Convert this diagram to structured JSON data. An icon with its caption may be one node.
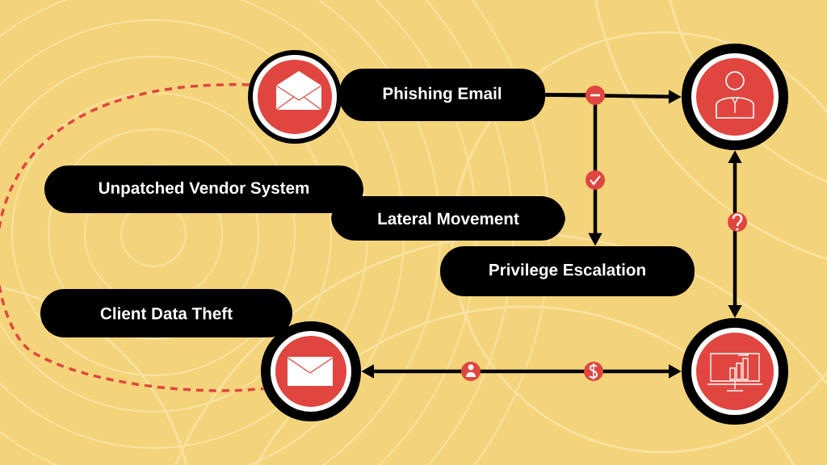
{
  "diagram": {
    "nodes": [
      {
        "text": [],
        "shape": "circle"
      },
      {
        "text": [
          "Phishing Email"
        ]
      },
      {
        "text": [],
        "shape": "circle"
      },
      {
        "text": [
          "Unpatched Vendor System"
        ]
      },
      {
        "text": [
          "Lateral Movement"
        ]
      },
      {
        "text": [
          "Privilege Escalation"
        ]
      },
      {
        "text": [
          "Client Data Theft"
        ]
      },
      {
        "text": [],
        "shape": "circle"
      },
      {
        "text": [],
        "shape": "circle"
      }
    ],
    "edges": [
      {
        "from": 1,
        "to": 2,
        "arrow": "to"
      },
      {
        "from": 1,
        "to": 5,
        "arrow": "to"
      },
      {
        "from": 2,
        "to": 8,
        "arrow": "both"
      },
      {
        "from": 7,
        "to": 8,
        "arrow": "both"
      },
      {
        "from": 0,
        "to": 7,
        "arrow": "none",
        "style": "dashed",
        "color": "#e0463f"
      }
    ]
  }
}
